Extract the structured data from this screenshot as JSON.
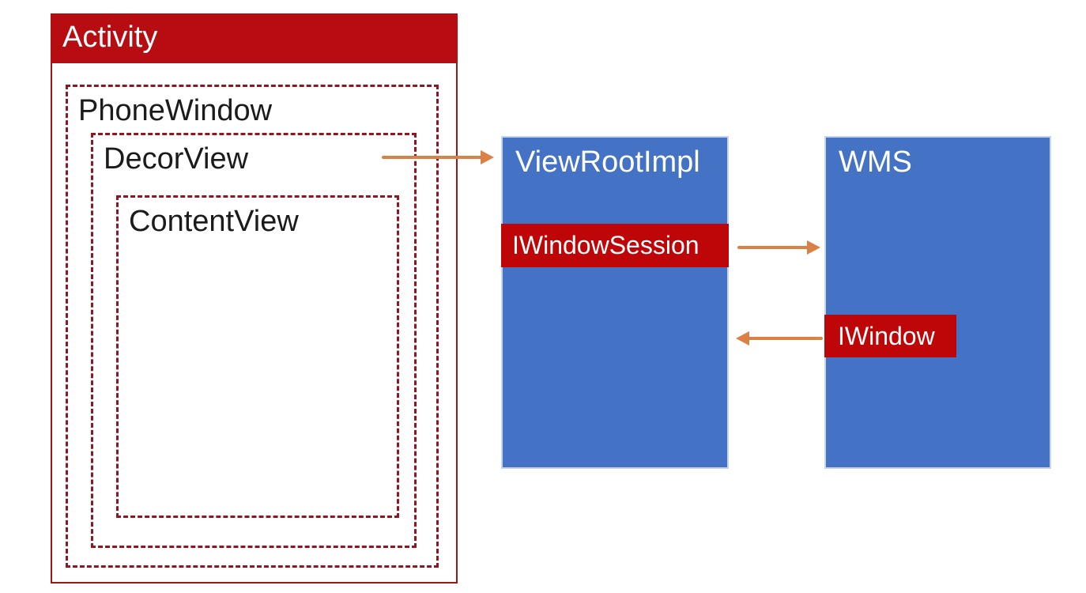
{
  "colors": {
    "background": "#FFFFFF",
    "red_fill": "#B70D12",
    "interface_red": "#BE0609",
    "dashed_border": "#8E1722",
    "activity_border": "#9D161A",
    "blue_fill": "#4472C4",
    "blue_border": "#C8D3EE",
    "arrow_orange": "#DC8145",
    "label_dark": "#1B1B1B",
    "label_light": "#FFFFFF"
  },
  "nodes": {
    "activity": {
      "label": "Activity"
    },
    "phone_window": {
      "label": "PhoneWindow"
    },
    "decor_view": {
      "label": "DecorView"
    },
    "content_view": {
      "label": "ContentView"
    },
    "view_root_impl": {
      "label": "ViewRootImpl",
      "interface_label": "IWindowSession"
    },
    "wms": {
      "label": "WMS",
      "interface_label": "IWindow"
    }
  },
  "arrows": [
    {
      "from": "DecorView",
      "to": "ViewRootImpl",
      "direction": "right"
    },
    {
      "from": "IWindowSession",
      "to": "WMS",
      "direction": "right"
    },
    {
      "from": "IWindow",
      "to": "ViewRootImpl",
      "direction": "left"
    }
  ]
}
